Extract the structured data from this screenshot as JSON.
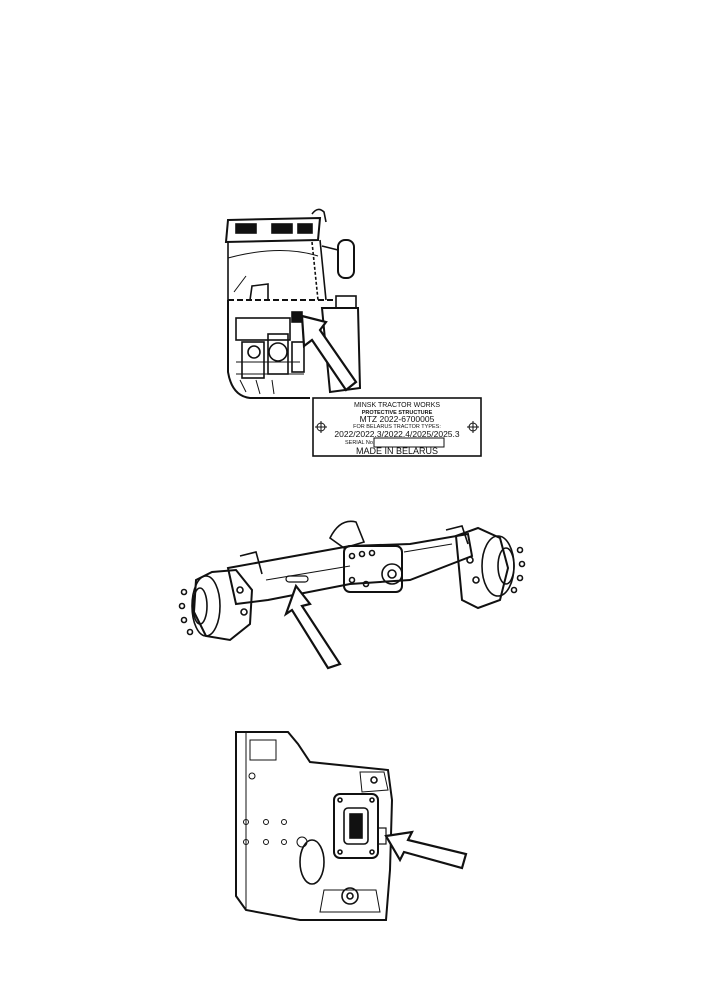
{
  "plate": {
    "line1": "MINSK TRACTOR WORKS",
    "line2": "PROTECTIVE  STRUCTURE",
    "line3": "MTZ 2022-6700005",
    "line4": "FOR BELARUS TRACTOR TYPES:",
    "line5": "2022/2022.3/2022.4/2025/2025.3",
    "serial_label": "SERIAL No.",
    "line7": "MADE IN BELARUS"
  },
  "colors": {
    "ink": "#111111",
    "paper": "#ffffff"
  }
}
